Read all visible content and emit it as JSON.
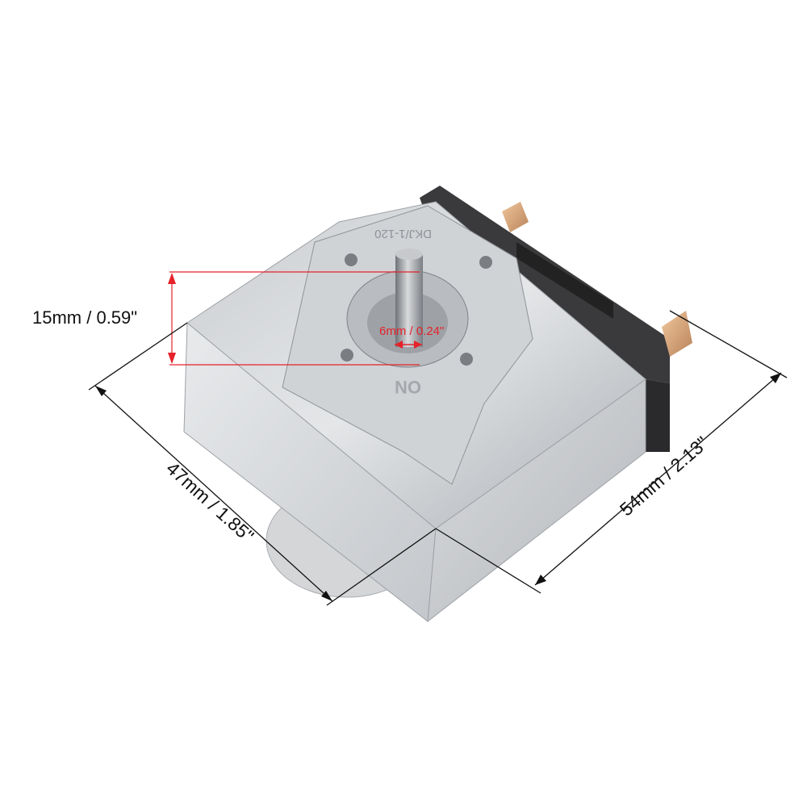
{
  "product": {
    "embossed_mark": "ON",
    "model_mark": "DKJ/1-120"
  },
  "dimensions": {
    "shaft_height": "15mm / 0.59\"",
    "shaft_diameter": "6mm / 0.24\"",
    "depth": "47mm / 1.85\"",
    "width": "54mm / 2.13\""
  },
  "colors": {
    "highlight_dimension": "#e5222a",
    "dimension_line": "#111111"
  }
}
